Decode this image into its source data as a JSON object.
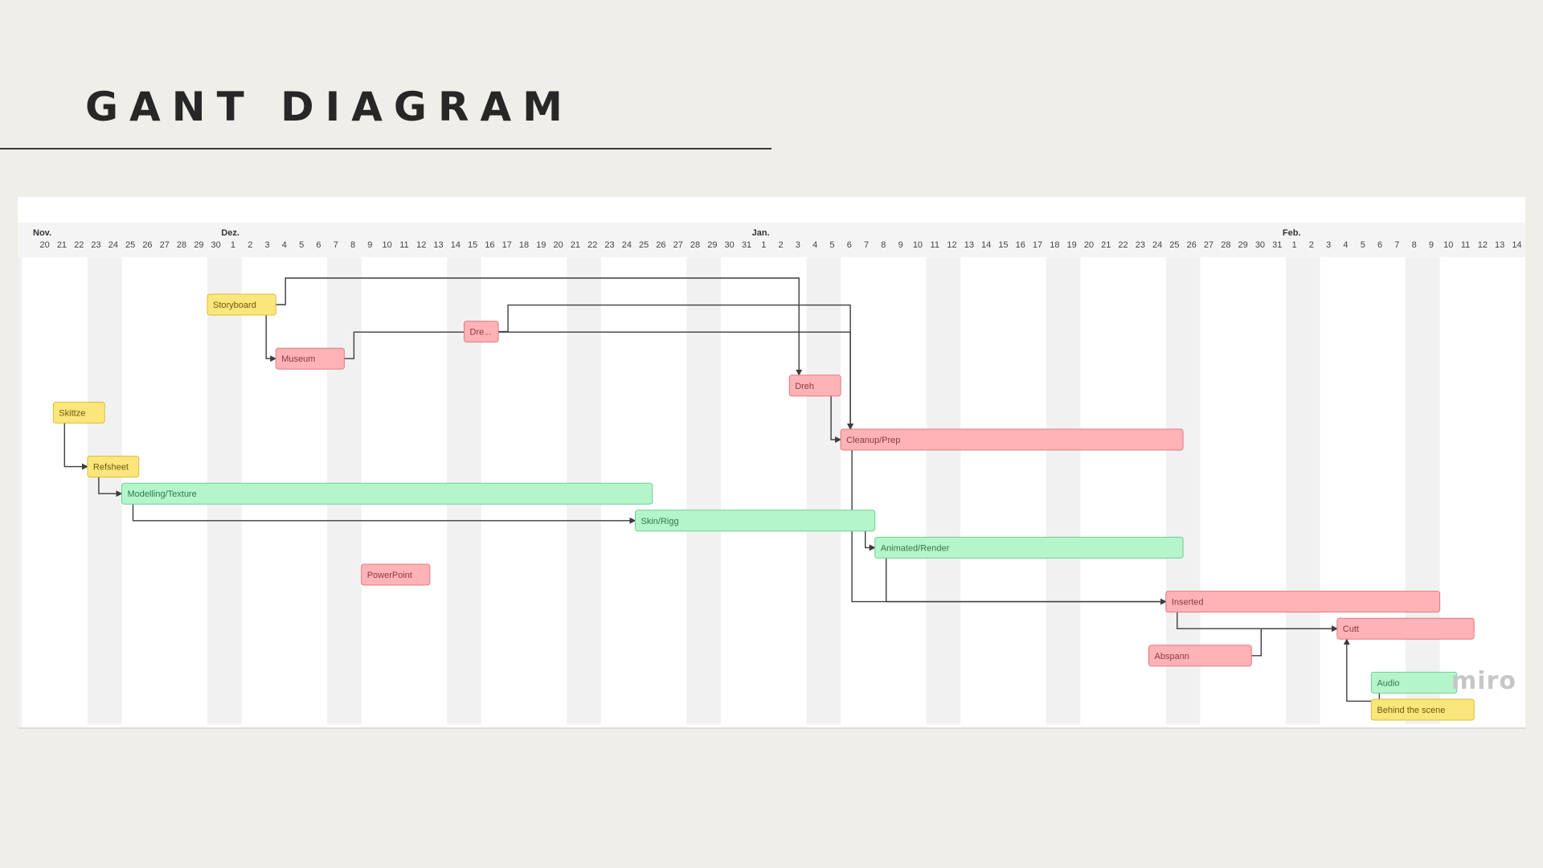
{
  "page": {
    "title": "GANT DIAGRAM"
  },
  "watermark": "miro",
  "colors": {
    "red": "#ffb3b6",
    "red_border": "#e07b80",
    "green": "#b5f5cc",
    "green_border": "#6fcf8e",
    "yellow": "#fbe67b",
    "yellow_border": "#d9bd3c",
    "weekend": "#f1f1f2",
    "arrow": "#3d3d3d"
  },
  "timeline": {
    "months": [
      {
        "label": "Nov.",
        "start_index": 0
      },
      {
        "label": "Dez.",
        "start_index": 11
      },
      {
        "label": "Jan.",
        "start_index": 42
      },
      {
        "label": "Feb.",
        "start_index": 73
      }
    ],
    "days": [
      "20",
      "21",
      "22",
      "23",
      "24",
      "25",
      "26",
      "27",
      "28",
      "29",
      "30",
      "1",
      "2",
      "3",
      "4",
      "5",
      "6",
      "7",
      "8",
      "9",
      "10",
      "11",
      "12",
      "13",
      "14",
      "15",
      "16",
      "17",
      "18",
      "19",
      "20",
      "21",
      "22",
      "23",
      "24",
      "25",
      "26",
      "27",
      "28",
      "29",
      "30",
      "31",
      "1",
      "2",
      "3",
      "4",
      "5",
      "6",
      "7",
      "8",
      "9",
      "10",
      "11",
      "12",
      "13",
      "14",
      "15",
      "16",
      "17",
      "18",
      "19",
      "20",
      "21",
      "22",
      "23",
      "24",
      "25",
      "26",
      "27",
      "28",
      "29",
      "30",
      "31",
      "1",
      "2",
      "3",
      "4",
      "5",
      "6",
      "7",
      "8",
      "9",
      "10",
      "11",
      "12",
      "13",
      "14"
    ],
    "weekend_start_indices": [
      3,
      10,
      17,
      24,
      31,
      38,
      45,
      52,
      59,
      66,
      73,
      80
    ]
  },
  "tasks": [
    {
      "id": "storyboard",
      "label": "Storyboard",
      "color": "yellow",
      "start": 10,
      "end": 14,
      "row": 1
    },
    {
      "id": "dre",
      "label": "Dre...",
      "color": "red",
      "start": 25,
      "end": 27,
      "row": 2
    },
    {
      "id": "museum",
      "label": "Museum",
      "color": "red",
      "start": 14,
      "end": 18,
      "row": 3
    },
    {
      "id": "dreh",
      "label": "Dreh",
      "color": "red",
      "start": 44,
      "end": 47,
      "row": 4
    },
    {
      "id": "skittze",
      "label": "Skittze",
      "color": "yellow",
      "start": 1,
      "end": 4,
      "row": 5
    },
    {
      "id": "cleanup",
      "label": "Cleanup/Prep",
      "color": "red",
      "start": 47,
      "end": 67,
      "row": 6
    },
    {
      "id": "refsheet",
      "label": "Refsheet",
      "color": "yellow",
      "start": 3,
      "end": 6,
      "row": 7
    },
    {
      "id": "modelling",
      "label": "Modelling/Texture",
      "color": "green",
      "start": 5,
      "end": 36,
      "row": 8
    },
    {
      "id": "skin",
      "label": "Skin/Rigg",
      "color": "green",
      "start": 35,
      "end": 49,
      "row": 9
    },
    {
      "id": "animated",
      "label": "Animated/Render",
      "color": "green",
      "start": 49,
      "end": 67,
      "row": 10
    },
    {
      "id": "powerpoint",
      "label": "PowerPoint",
      "color": "red",
      "start": 19,
      "end": 23,
      "row": 11
    },
    {
      "id": "inserted",
      "label": "Inserted",
      "color": "red",
      "start": 66,
      "end": 82,
      "row": 12
    },
    {
      "id": "cutt",
      "label": "Cutt",
      "color": "red",
      "start": 76,
      "end": 84,
      "row": 13
    },
    {
      "id": "abspann",
      "label": "Abspann",
      "color": "red",
      "start": 65,
      "end": 71,
      "row": 14
    },
    {
      "id": "audio",
      "label": "Audio",
      "color": "green",
      "start": 78,
      "end": 83,
      "row": 15
    },
    {
      "id": "behind",
      "label": "Behind the scene",
      "color": "yellow",
      "start": 78,
      "end": 84,
      "row": 16
    }
  ],
  "dependencies": [
    {
      "from": "storyboard",
      "to": "dreh"
    },
    {
      "from": "storyboard",
      "to": "museum"
    },
    {
      "from": "dre",
      "to": "cleanup"
    },
    {
      "from": "museum",
      "to": "cleanup"
    },
    {
      "from": "dreh",
      "to": "cleanup"
    },
    {
      "from": "skittze",
      "to": "refsheet"
    },
    {
      "from": "refsheet",
      "to": "modelling"
    },
    {
      "from": "modelling",
      "to": "skin"
    },
    {
      "from": "skin",
      "to": "animated"
    },
    {
      "from": "animated",
      "to": "inserted"
    },
    {
      "from": "cleanup",
      "to": "inserted"
    },
    {
      "from": "inserted",
      "to": "cutt"
    },
    {
      "from": "abspann",
      "to": "cutt"
    },
    {
      "from": "audio",
      "to": "cutt"
    }
  ]
}
